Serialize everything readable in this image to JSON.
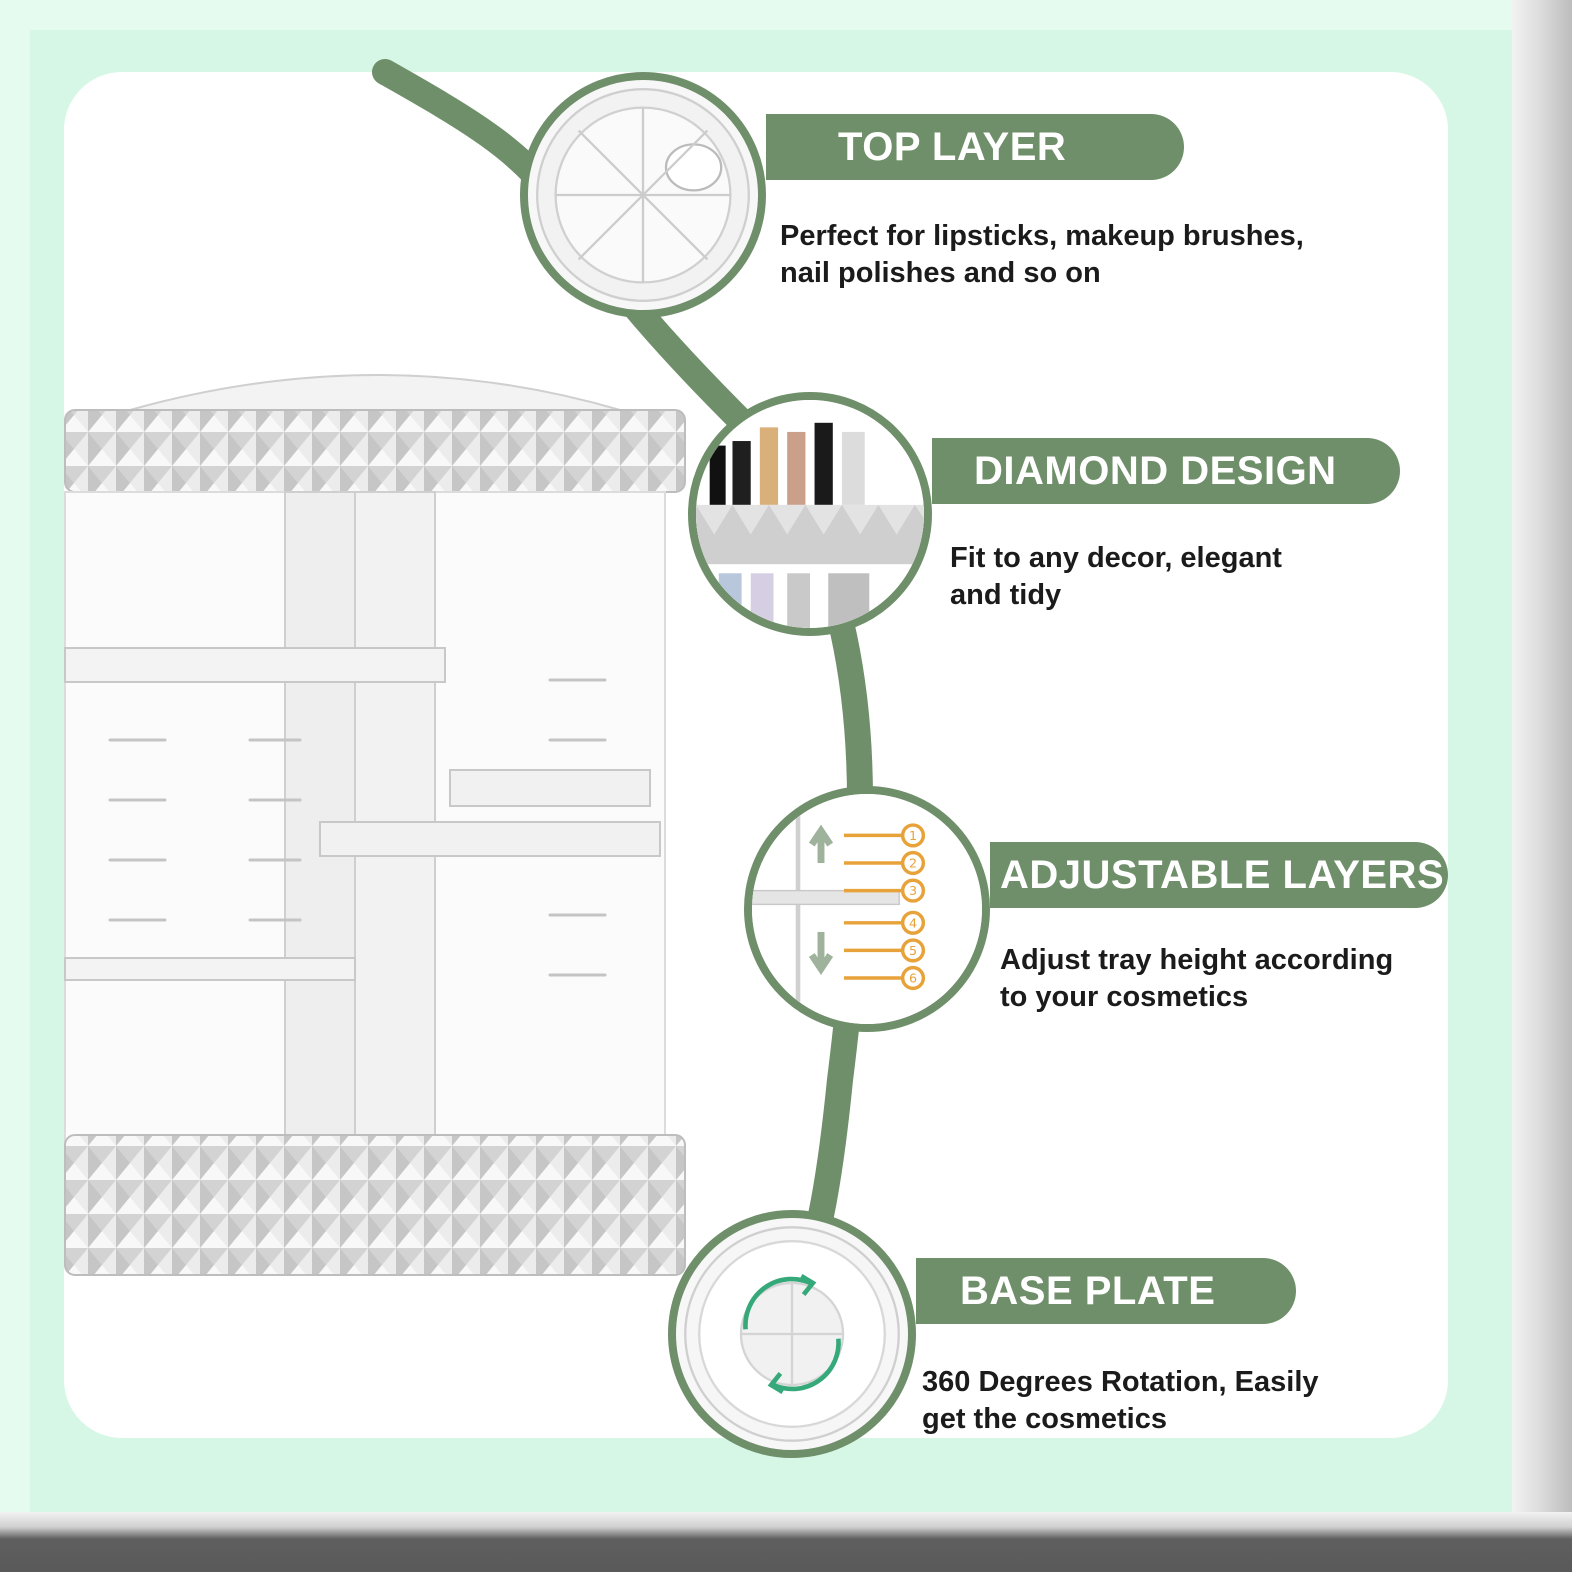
{
  "colors": {
    "accent_green": "#6f8f6a",
    "frame_mint": "#d7f7e6",
    "panel": "#ffffff"
  },
  "product": {
    "icon": "rotating-cosmetic-organizer"
  },
  "features": [
    {
      "title": "TOP LAYER",
      "description": "Perfect for lipsticks, makeup brushes,\nnail polishes and so on",
      "icon": "top-layer-tray-icon"
    },
    {
      "title": "DIAMOND DESIGN",
      "description": "Fit to any decor, elegant\nand tidy",
      "icon": "diamond-trim-icon"
    },
    {
      "title": "ADJUSTABLE LAYERS",
      "description": "Adjust tray height according\nto your cosmetics",
      "icon": "adjustable-levels-icon",
      "levels": [
        "1",
        "2",
        "3",
        "4",
        "5",
        "6"
      ]
    },
    {
      "title": "BASE PLATE",
      "description": "360 Degrees Rotation, Easily\nget the cosmetics",
      "icon": "rotation-base-icon"
    }
  ]
}
